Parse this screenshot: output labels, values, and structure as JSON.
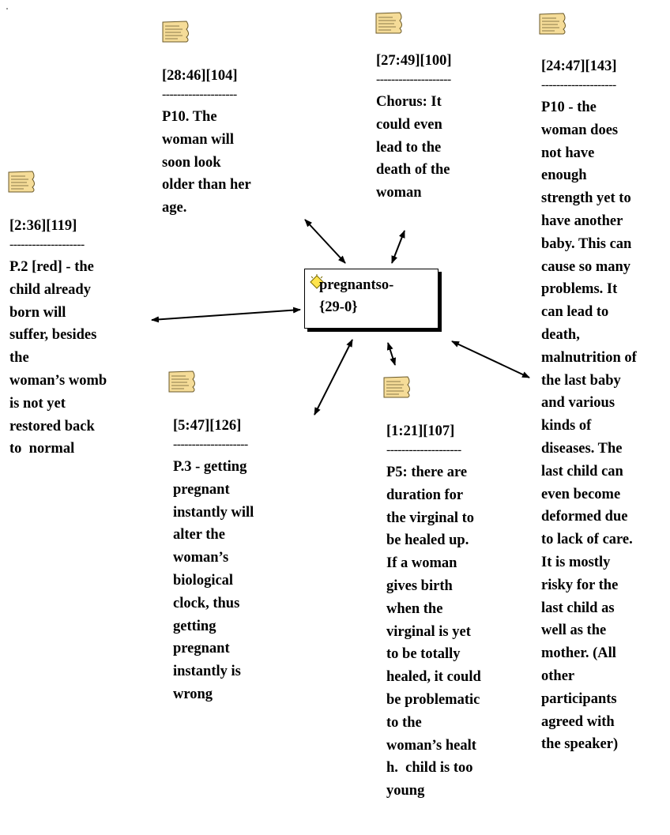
{
  "center": {
    "label": "pregnantso-\n{29-0}",
    "icon": "code-diamond-icon"
  },
  "notes": [
    {
      "id": "n2836",
      "ref": "[28:46][104]",
      "separator": "--------------------",
      "body": "P10. The\nwoman will\nsoon look\nolder than her\nage."
    },
    {
      "id": "n2749",
      "ref": "[27:49][100]",
      "separator": "--------------------",
      "body": "Chorus: It\ncould even\nlead to the\ndeath of the\nwoman"
    },
    {
      "id": "n2447",
      "ref": "[24:47][143]",
      "separator": "--------------------",
      "body": "P10 - the\nwoman does\nnot have\nenough\nstrength yet to\nhave another\nbaby. This can\ncause so many\nproblems. It\ncan lead to\ndeath,\nmalnutrition of\nthe last baby\nand various\nkinds of\ndiseases. The\nlast child can\neven become\ndeformed due\nto lack of care.\nIt is mostly\nrisky for the\nlast child as\nwell as the\nmother. (All\nother\nparticipants\nagreed with\nthe speaker)"
    },
    {
      "id": "n236",
      "ref": "[2:36][119]",
      "separator": "--------------------",
      "body": "P.2 [red] - the\nchild already\nborn will\nsuffer, besides\nthe\nwoman’s womb\nis not yet\nrestored back\nto  normal"
    },
    {
      "id": "n547",
      "ref": "[5:47][126]",
      "separator": "--------------------",
      "body": "P.3 - getting\npregnant\ninstantly will\nalter the\nwoman’s\nbiological\nclock, thus\ngetting\npregnant\ninstantly is\nwrong"
    },
    {
      "id": "n121",
      "ref": "[1:21][107]",
      "separator": "--------------------",
      "body": "P5: there are\nduration for\nthe virginal to\nbe healed up.\nIf a woman\ngives birth\nwhen the\nvirginal is yet\nto be totally\nhealed, it could\nbe problematic\nto the\nwoman’s healt\nh.  child is too\nyoung"
    }
  ],
  "colors": {
    "note_icon_fill": "#f5dc98",
    "note_icon_stroke": "#6b5a2a",
    "code_icon_fill": "#ffe44d"
  }
}
